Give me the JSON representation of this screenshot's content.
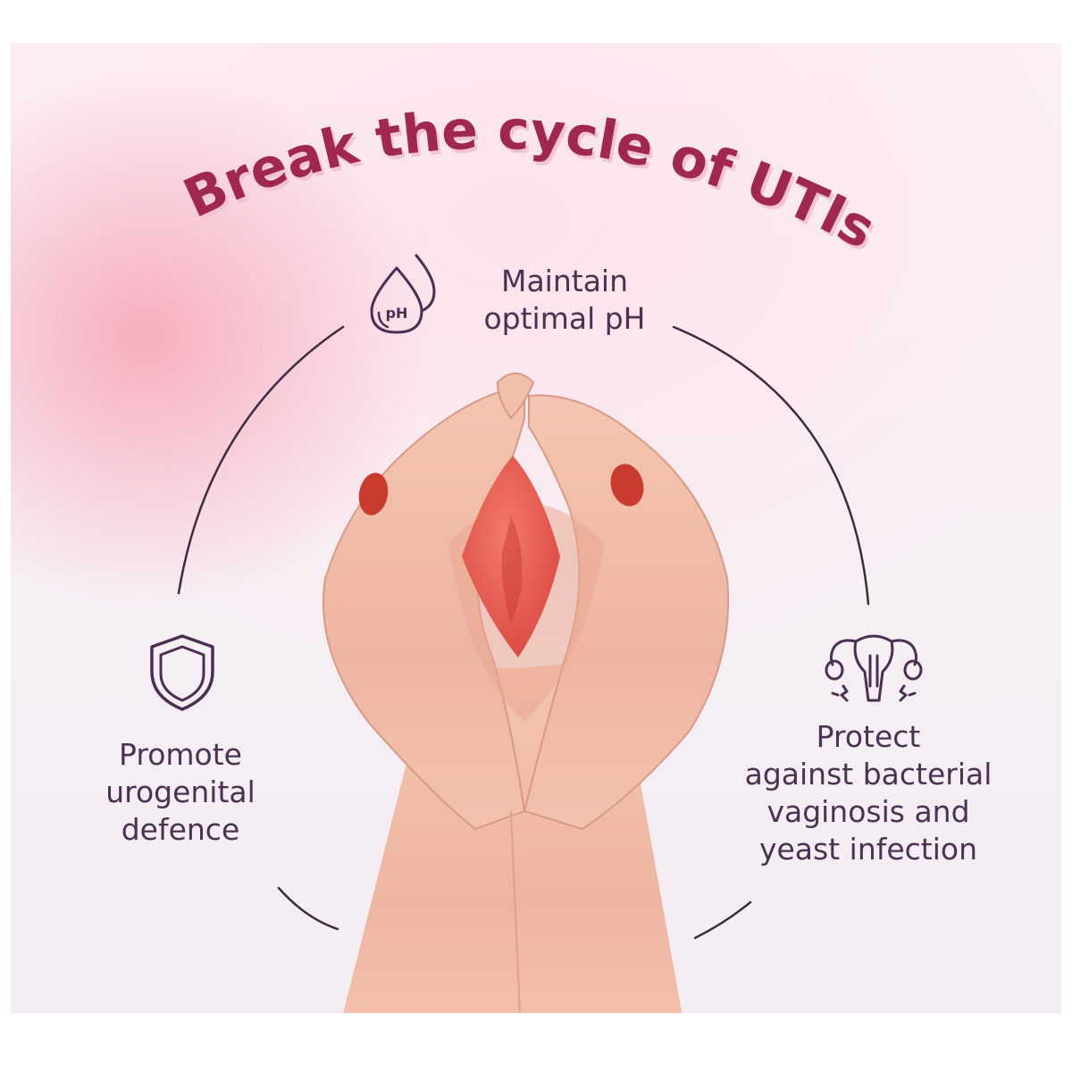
{
  "headline": "Break the cycle of UTIs",
  "features": {
    "ph": {
      "label": "Maintain\noptimal pH",
      "icon": "water-drops-ph-icon",
      "icon_text": "pH"
    },
    "defence": {
      "label": "Promote\nurogenital\ndefence",
      "icon": "shield-icon"
    },
    "protect": {
      "label": "Protect\nagainst bacterial\nvaginosis and\nyeast infection",
      "icon": "uterus-icon"
    }
  },
  "colors": {
    "headline": "#a0284f",
    "headline_shadow": "#f2c3d0",
    "text": "#4a3250",
    "icon": "#4b2f53",
    "arc": "#3e2b3f",
    "gummy": "#e8574e"
  }
}
